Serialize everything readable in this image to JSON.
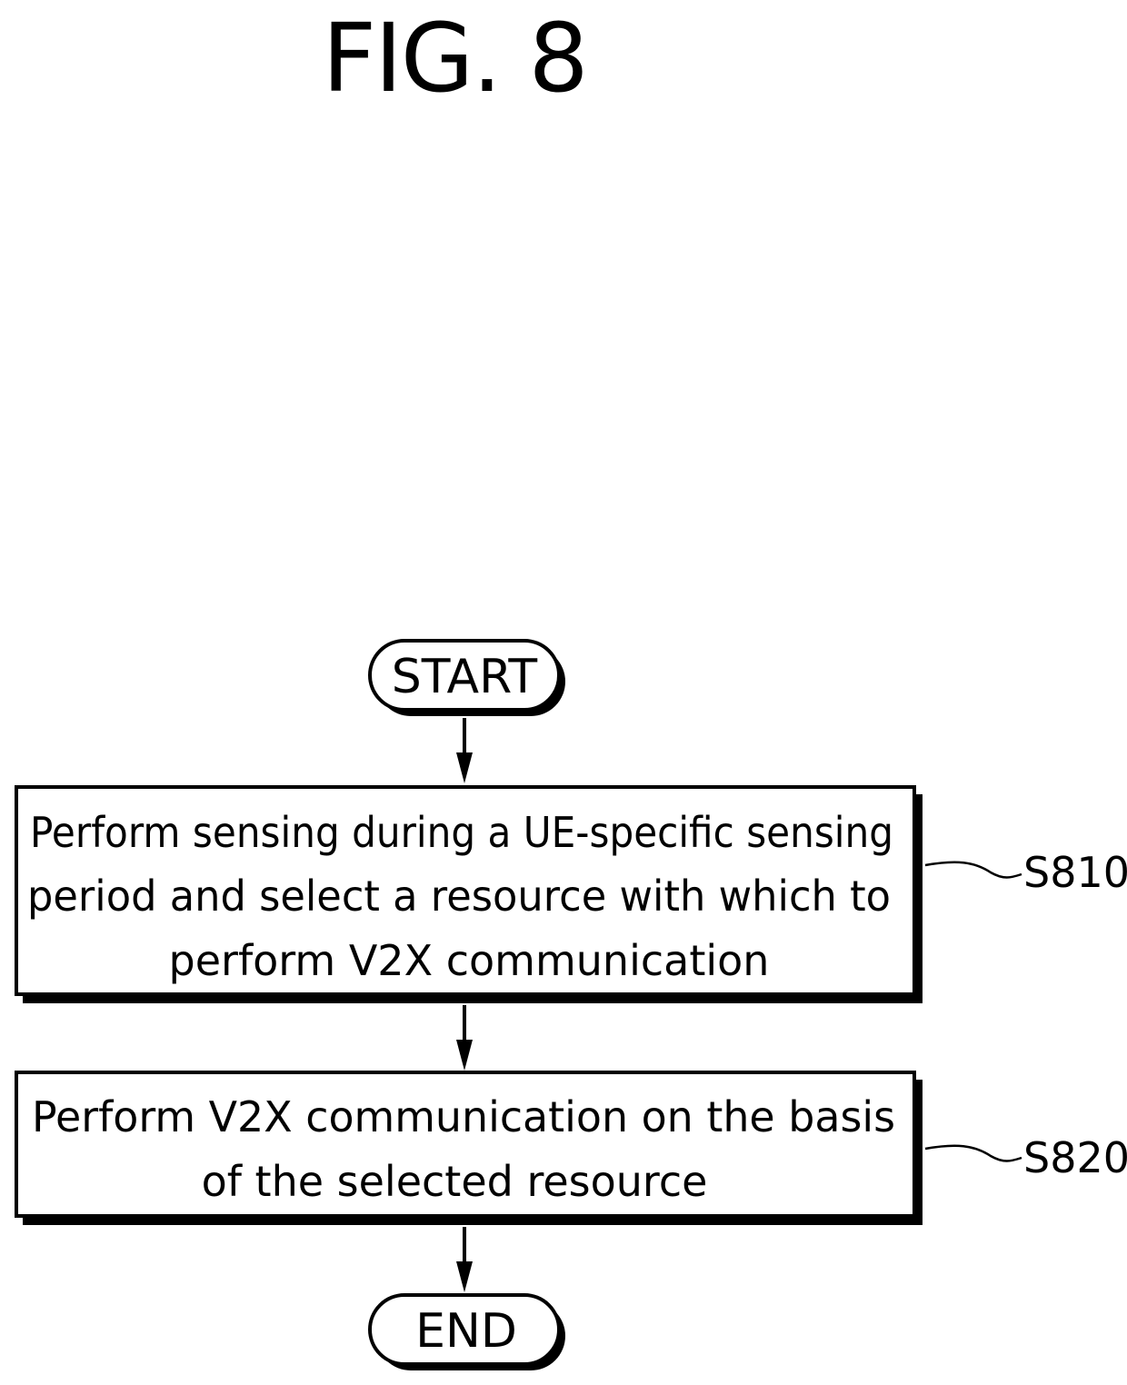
{
  "figure": {
    "title": "FIG. 8"
  },
  "flowchart": {
    "start_label": "START",
    "end_label": "END",
    "steps": [
      {
        "ref": "S810",
        "lines": [
          "Perform sensing during a UE-specific sensing",
          "period and select a resource with which to",
          "perform V2X communication"
        ]
      },
      {
        "ref": "S820",
        "lines": [
          "Perform V2X communication on the basis",
          "of the selected resource"
        ]
      }
    ]
  }
}
